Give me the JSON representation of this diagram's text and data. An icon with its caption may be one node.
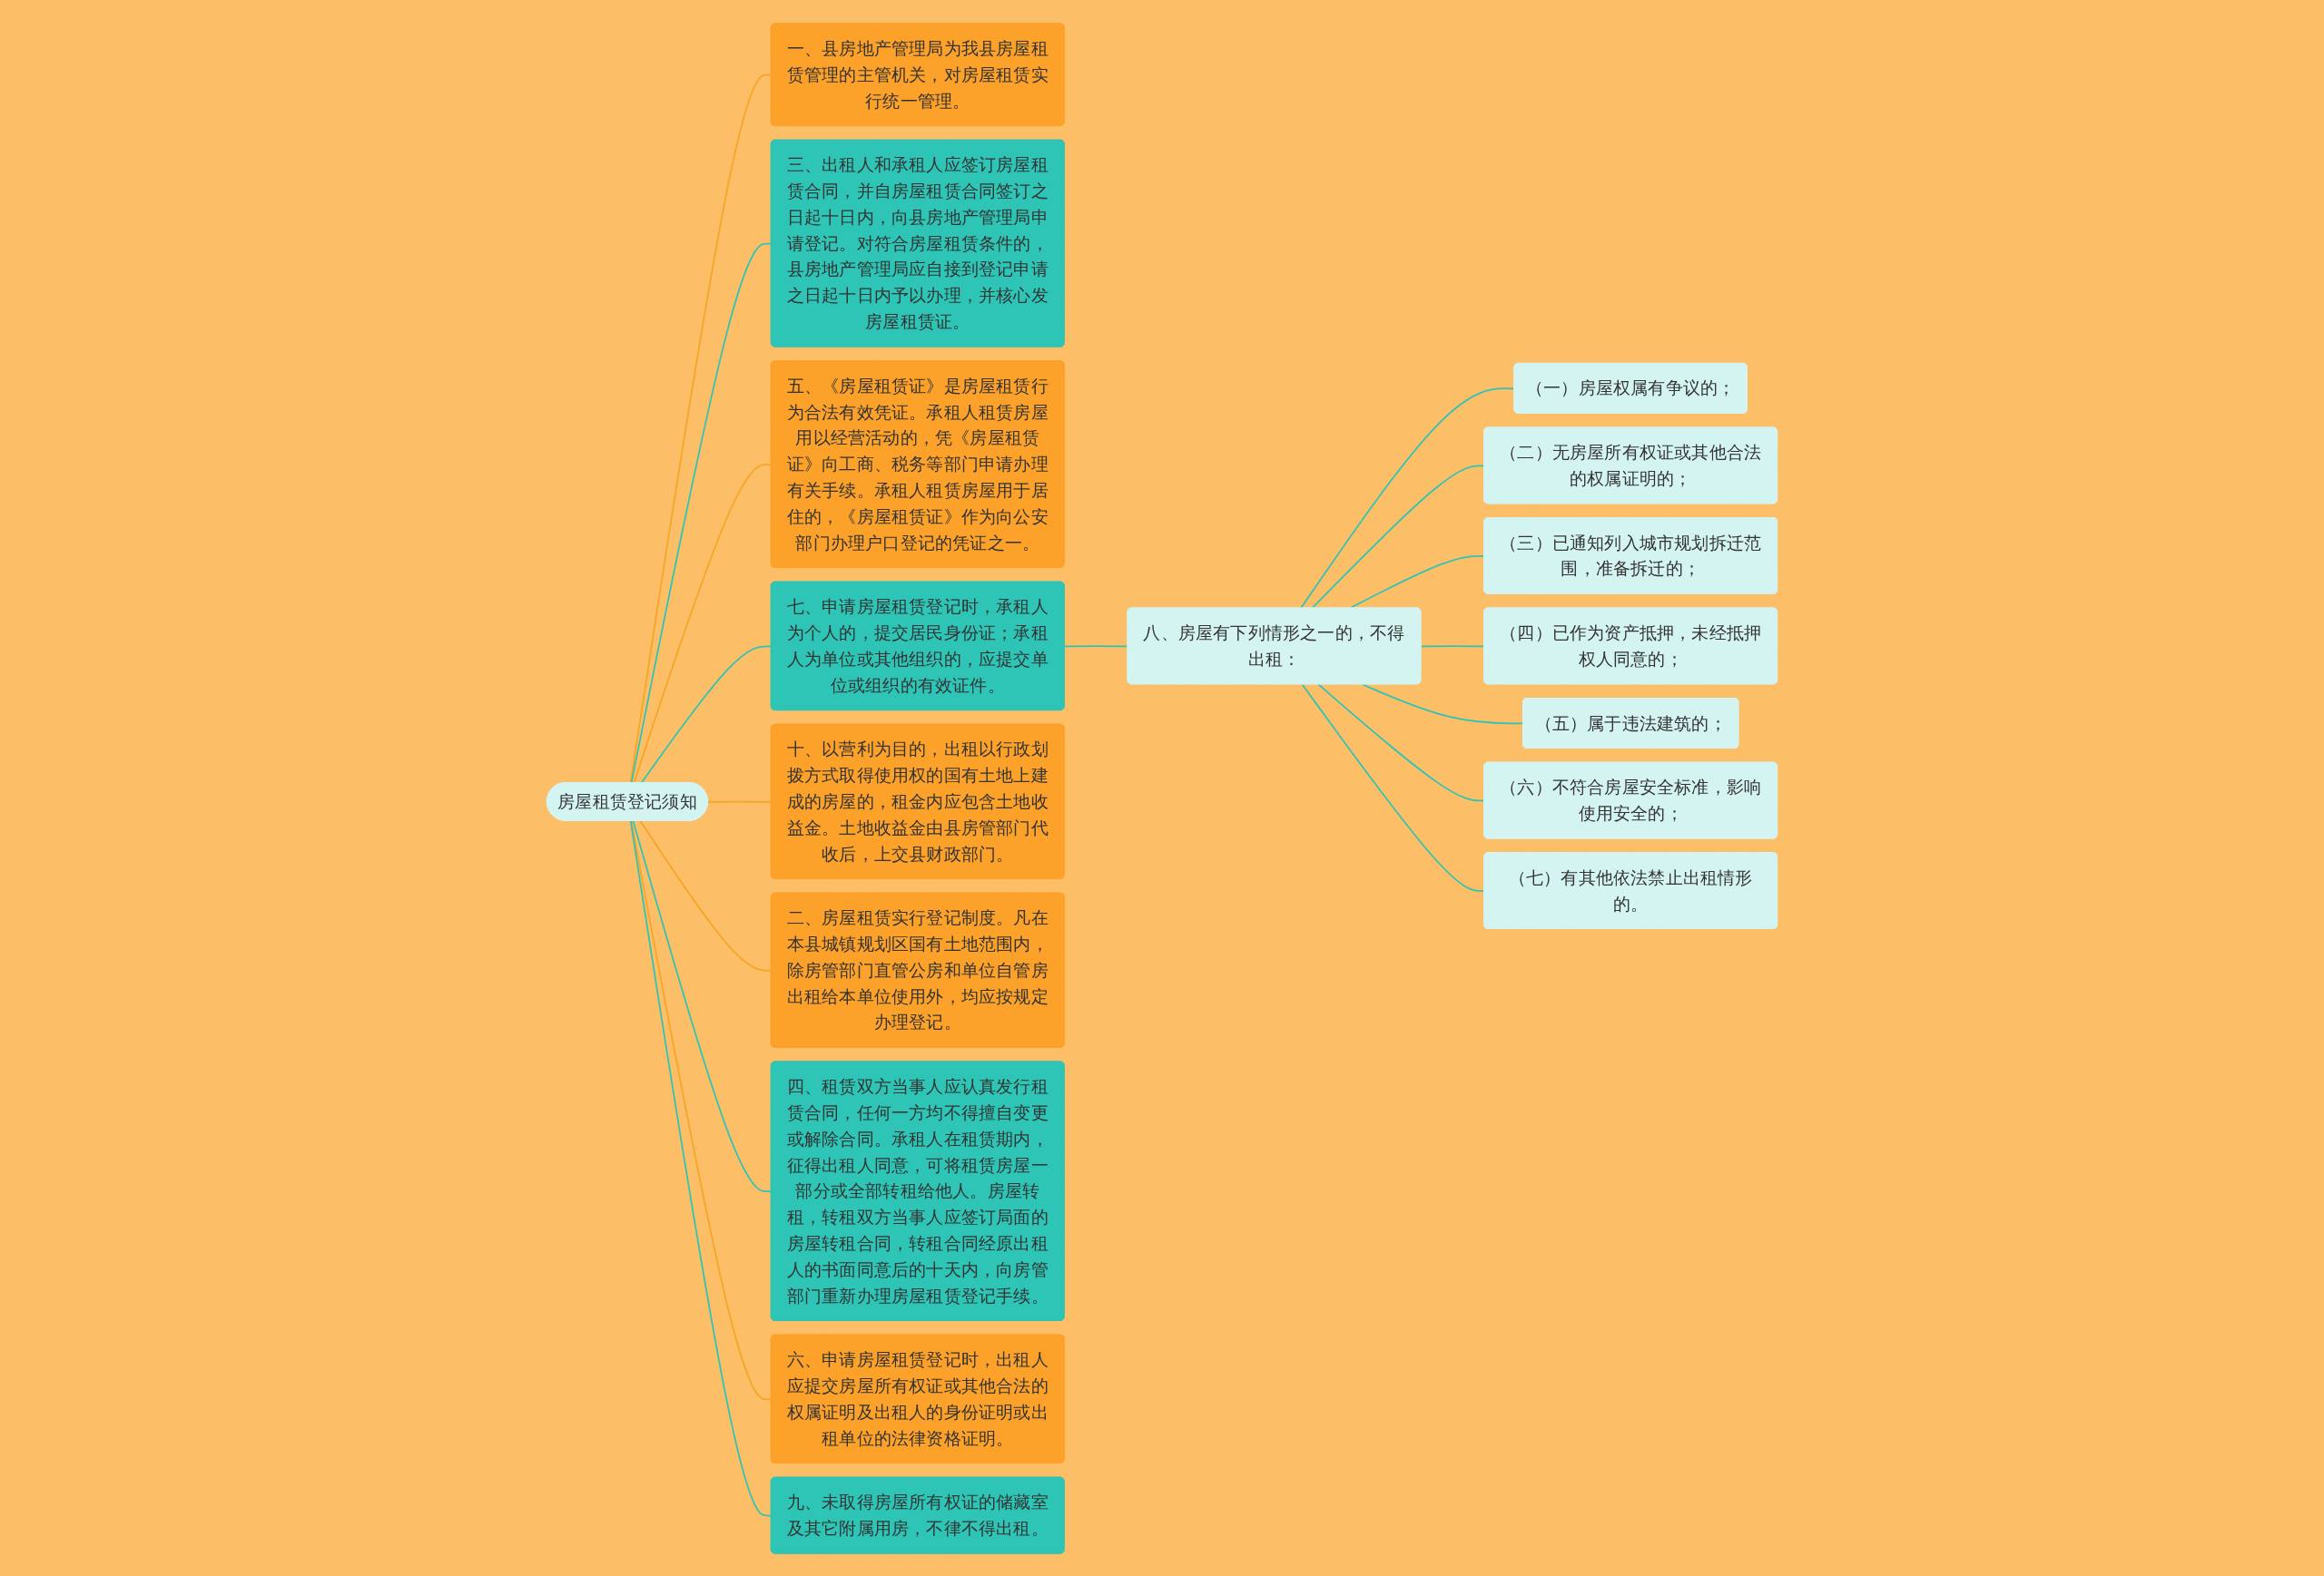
{
  "diagram": {
    "nodes": [
      {
        "text": [
          "房屋租赁登记须知"
        ]
      },
      {
        "text": [
          "一、县房地产管理局为我县房屋租赁管理的主管机关，对房屋租赁实行统一管理。"
        ]
      },
      {
        "text": [
          "三、出租人和承租人应签订房屋租赁合同，并自房屋租赁合同签订之日起十日内，向县房地产管理局申请登记。对符合房屋租赁条件的，县房地产管理局应自接到登记申请之日起十日内予以办理，并核心发房屋租赁证。"
        ]
      },
      {
        "text": [
          "五、《房屋租赁证》是房屋租赁行为合法有效凭证。承租人租赁房屋用以经营活动的，凭《房屋租赁证》向工商、税务等部门申请办理有关手续。承租人租赁房屋用于居住的，《房屋租赁证》作为向公安部门办理户口登记的凭证之一。"
        ]
      },
      {
        "text": [
          "七、申请房屋租赁登记时，承租人为个人的，提交居民身份证；承租人为单位或其他组织的，应提交单位或组织的有效证件。"
        ]
      },
      {
        "text": [
          "八、房屋有下列情形之一的，不得出租："
        ]
      },
      {
        "text": [
          "（一）房屋权属有争议的；"
        ]
      },
      {
        "text": [
          "（二）无房屋所有权证或其他合法的权属证明的；"
        ]
      },
      {
        "text": [
          "（三）已通知列入城市规划拆迁范围，准备拆迁的；"
        ]
      },
      {
        "text": [
          "（四）已作为资产抵押，未经抵押权人同意的；"
        ]
      },
      {
        "text": [
          "（五）属于违法建筑的；"
        ]
      },
      {
        "text": [
          "（六）不符合房屋安全标准，影响使用安全的；"
        ]
      },
      {
        "text": [
          "（七）有其他依法禁止出租情形的。"
        ]
      },
      {
        "text": [
          "十、以营利为目的，出租以行政划拨方式取得使用权的国有土地上建成的房屋的，租金内应包含土地收益金。土地收益金由县房管部门代收后，上交县财政部门。"
        ]
      },
      {
        "text": [
          "二、房屋租赁实行登记制度。凡在本县城镇规划区国有土地范围内，除房管部门直管公房和单位自管房出租给本单位使用外，均应按规定办理登记。"
        ]
      },
      {
        "text": [
          "四、租赁双方当事人应认真发行租赁合同，任何一方均不得擅自变更或解除合同。承租人在租赁期内，征得出租人同意，可将租赁房屋一部分或全部转租给他人。房屋转租，转租双方当事人应签订局面的房屋转租合同，转租合同经原出租人的书面同意后的十天内，向房管部门重新办理房屋租赁登记手续。"
        ]
      },
      {
        "text": [
          "六、申请房屋租赁登记时，出租人应提交房屋所有权证或其他合法的权属证明及出租人的身份证明或出租单位的法律资格证明。"
        ]
      },
      {
        "text": [
          "九、未取得房屋所有权证的储藏室及其它附属用房，不律不得出租。"
        ]
      }
    ],
    "edges": [
      {
        "from": 0,
        "to": 1,
        "arrow": "none",
        "color": "#f5a623"
      },
      {
        "from": 0,
        "to": 2,
        "arrow": "none"
      },
      {
        "from": 0,
        "to": 3,
        "arrow": "none",
        "color": "#f5a623"
      },
      {
        "from": 0,
        "to": 4,
        "arrow": "none"
      },
      {
        "from": 4,
        "to": 5,
        "arrow": "none"
      },
      {
        "from": 5,
        "to": 6,
        "arrow": "none"
      },
      {
        "from": 5,
        "to": 7,
        "arrow": "none"
      },
      {
        "from": 5,
        "to": 8,
        "arrow": "none"
      },
      {
        "from": 5,
        "to": 9,
        "arrow": "none"
      },
      {
        "from": 5,
        "to": 10,
        "arrow": "none"
      },
      {
        "from": 5,
        "to": 11,
        "arrow": "none"
      },
      {
        "from": 5,
        "to": 12,
        "arrow": "none"
      },
      {
        "from": 0,
        "to": 13,
        "arrow": "none",
        "color": "#f5a623"
      },
      {
        "from": 0,
        "to": 14,
        "arrow": "none",
        "color": "#f5a623"
      },
      {
        "from": 0,
        "to": 15,
        "arrow": "none"
      },
      {
        "from": 0,
        "to": 16,
        "arrow": "none",
        "color": "#f5a623"
      },
      {
        "from": 0,
        "to": 17,
        "arrow": "none"
      }
    ]
  }
}
